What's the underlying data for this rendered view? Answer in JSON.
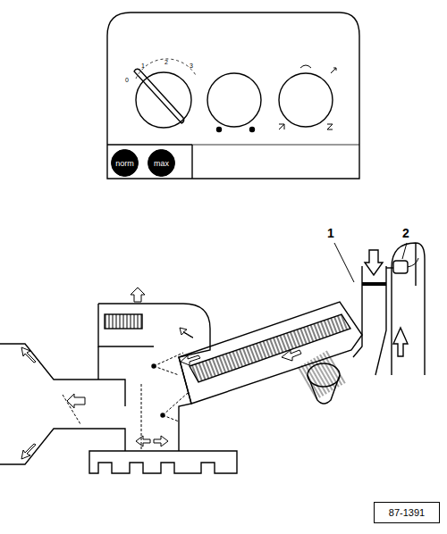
{
  "diagram": {
    "nodes": [
      {
        "text": [
          "norm"
        ]
      },
      {
        "text": [
          "max"
        ]
      },
      {
        "text": [
          "87-1391"
        ]
      }
    ],
    "labels": [
      "1",
      "2",
      "0",
      "1",
      "2",
      "3"
    ]
  }
}
